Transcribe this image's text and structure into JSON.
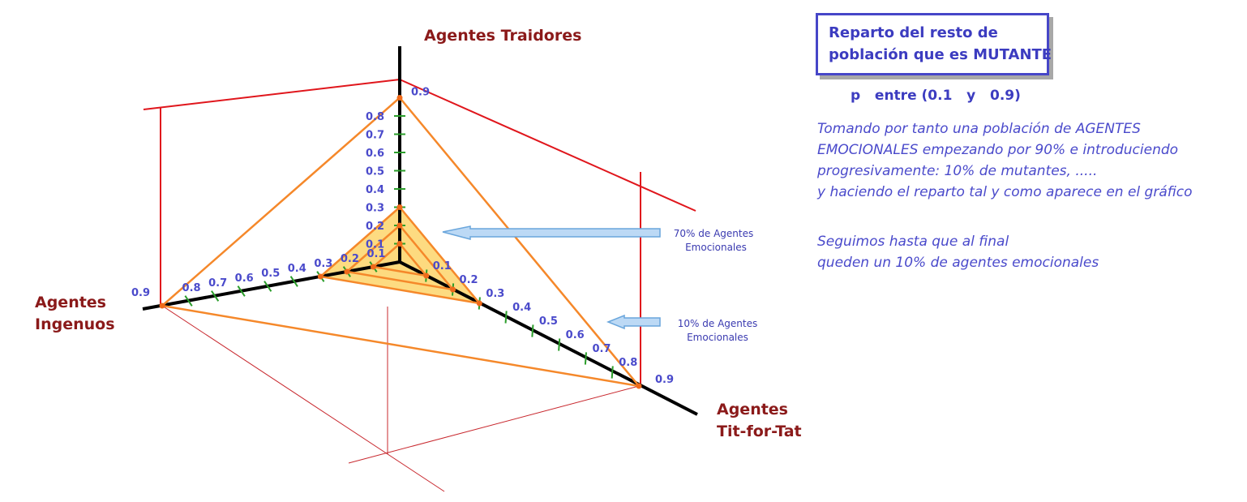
{
  "axes": {
    "traidores": {
      "title_line1": "Agentes Traidores",
      "title_line2": ""
    },
    "ingenuos": {
      "title_line1": "Agentes",
      "title_line2": "Ingenuos"
    },
    "titfortat": {
      "title_line1": "Agentes",
      "title_line2": "Tit-for-Tat"
    }
  },
  "ticks": [
    "0.1",
    "0.2",
    "0.3",
    "0.4",
    "0.5",
    "0.6",
    "0.7",
    "0.8",
    "0.9"
  ],
  "arrows": {
    "top": {
      "line1": "70% de Agentes",
      "line2": "Emocionales"
    },
    "bottom": {
      "line1": "10% de Agentes",
      "line2": "Emocionales"
    }
  },
  "info": {
    "box_line1": "Reparto del resto de",
    "box_line2": "población que es MUTANTE",
    "param_line": "p   entre (0.1   y   0.9)",
    "para1": [
      "Tomando por tanto una población de AGENTES",
      "EMOCIONALES empezando por 90% e introduciendo",
      "progresivamente: 10% de mutantes, .....",
      "y haciendo el reparto tal y como aparece en el gráfico"
    ],
    "para2": [
      "Seguimos hasta que al final",
      "queden un 10% de agentes emocionales"
    ]
  },
  "chart_data": {
    "type": "ternary-radar",
    "mutant_fractions_p": [
      0.1,
      0.2,
      0.3,
      0.9
    ],
    "shaded_fractions_p": [
      0.1,
      0.2,
      0.3
    ],
    "axes": [
      "Agentes Traidores",
      "Agentes Ingenuos",
      "Agentes Tit-for-Tat"
    ],
    "tick_values": [
      0.1,
      0.2,
      0.3,
      0.4,
      0.5,
      0.6,
      0.7,
      0.8,
      0.9
    ]
  },
  "colors": {
    "axis": "#000000",
    "triangle": "#f5882a",
    "fill": "#fdd97a",
    "tick_mark": "#2a9d2a",
    "guide_red": "#e0161c",
    "thin_red": "#c8282e",
    "arrow_fill": "#bcd9f5",
    "arrow_stroke": "#6aa6dc"
  }
}
